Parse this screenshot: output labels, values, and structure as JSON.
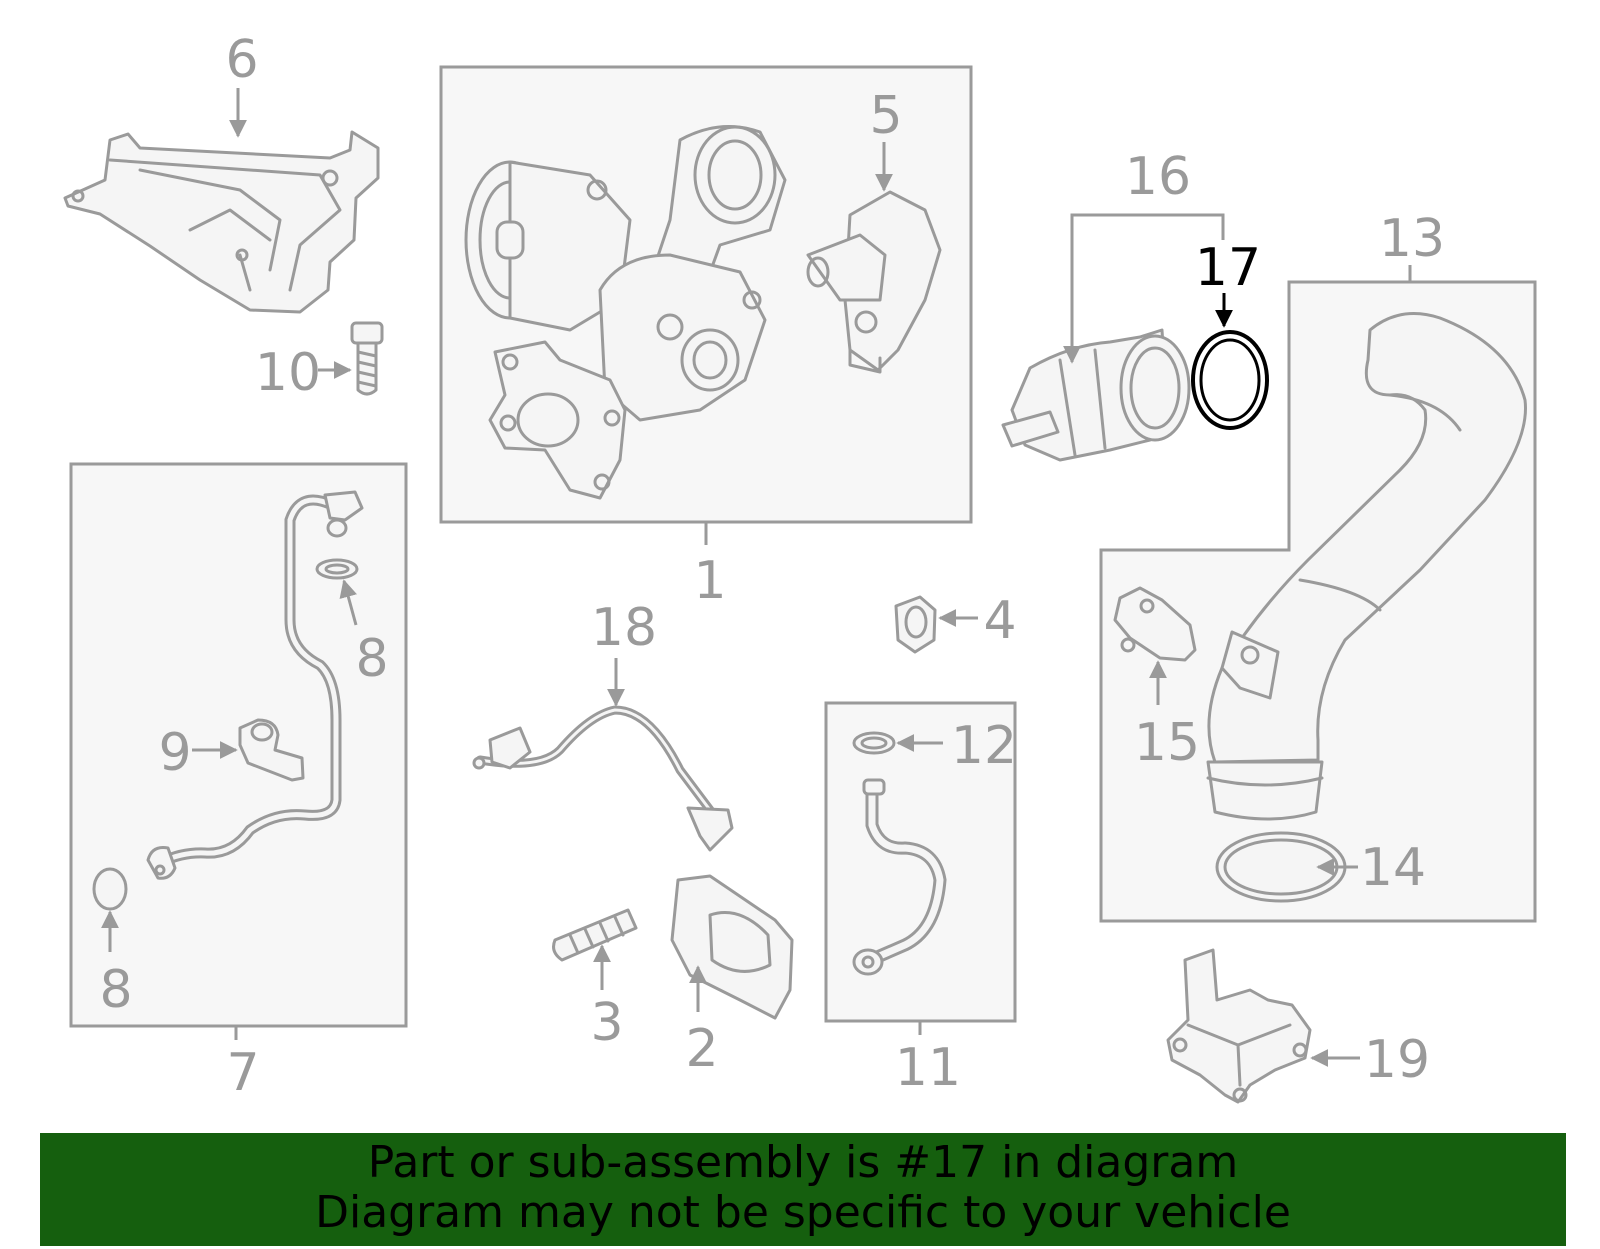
{
  "diagram": {
    "highlight_color": "#000000",
    "part_color": "#9a9a9a",
    "callouts": {
      "c1": "1",
      "c2": "2",
      "c3": "3",
      "c4": "4",
      "c5": "5",
      "c6": "6",
      "c7": "7",
      "c8a": "8",
      "c8b": "8",
      "c9": "9",
      "c10": "10",
      "c11": "11",
      "c12": "12",
      "c13": "13",
      "c14": "14",
      "c15": "15",
      "c16": "16",
      "c17": "17",
      "c18": "18",
      "c19": "19"
    }
  },
  "banner": {
    "line1": "Part or sub-assembly is #17 in diagram",
    "line2": "Diagram may not be specific to your vehicle",
    "background": "#155f0e"
  }
}
